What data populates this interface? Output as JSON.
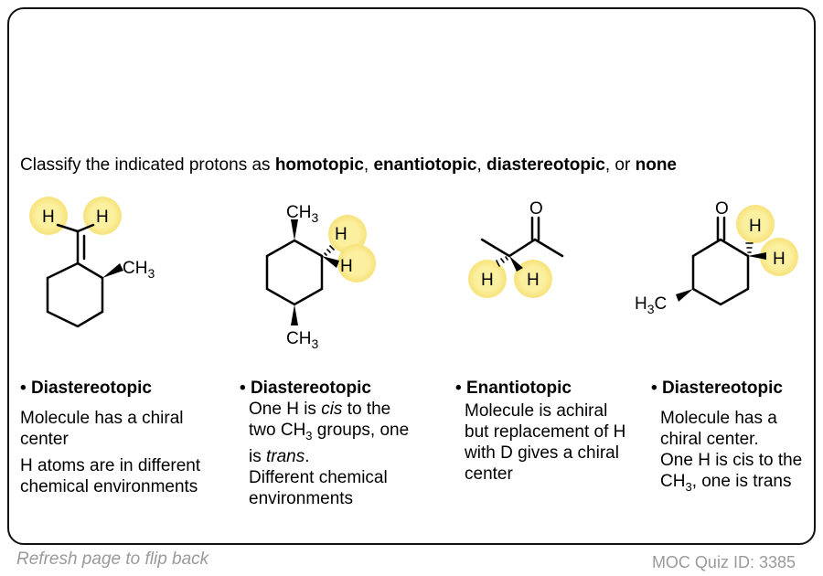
{
  "question": {
    "prefix": "Classify the indicated protons as ",
    "t1": "homotopic",
    "s1": ", ",
    "t2": "enantiotopic",
    "s2": ", ",
    "t3": "diastereotopic",
    "s3": ", or ",
    "t4": "none"
  },
  "atoms": {
    "H": "H",
    "C": "C",
    "O": "O",
    "CH": "CH",
    "sub3": "3"
  },
  "answers": [
    {
      "heading": "Diastereotopic",
      "lines": [
        "Molecule has a chiral center",
        "H atoms are in different chemical environments"
      ]
    },
    {
      "heading": "Diastereotopic",
      "l1a": "One H is ",
      "l1b": "cis",
      "l1c": " to the two CH",
      "l1d": "3",
      "l1e": " groups, one is ",
      "l1f": "trans",
      "l1g": ".",
      "l2": "Different chemical environments"
    },
    {
      "heading": "Enantiotopic",
      "lines": [
        "Molecule is achiral but replacement of H with D gives a chiral center"
      ]
    },
    {
      "heading": "Diastereotopic",
      "l1": "Molecule has a chiral center.",
      "l2a": "One H is cis to the CH",
      "l2b": "3",
      "l2c": ", one is trans"
    }
  ],
  "bullet": "•",
  "footer": {
    "flip": "Refresh page to flip back",
    "quiz_id": "MOC Quiz ID: 3385"
  },
  "colors": {
    "highlight": "#fbf0a0",
    "footer": "#9a9a9a"
  }
}
